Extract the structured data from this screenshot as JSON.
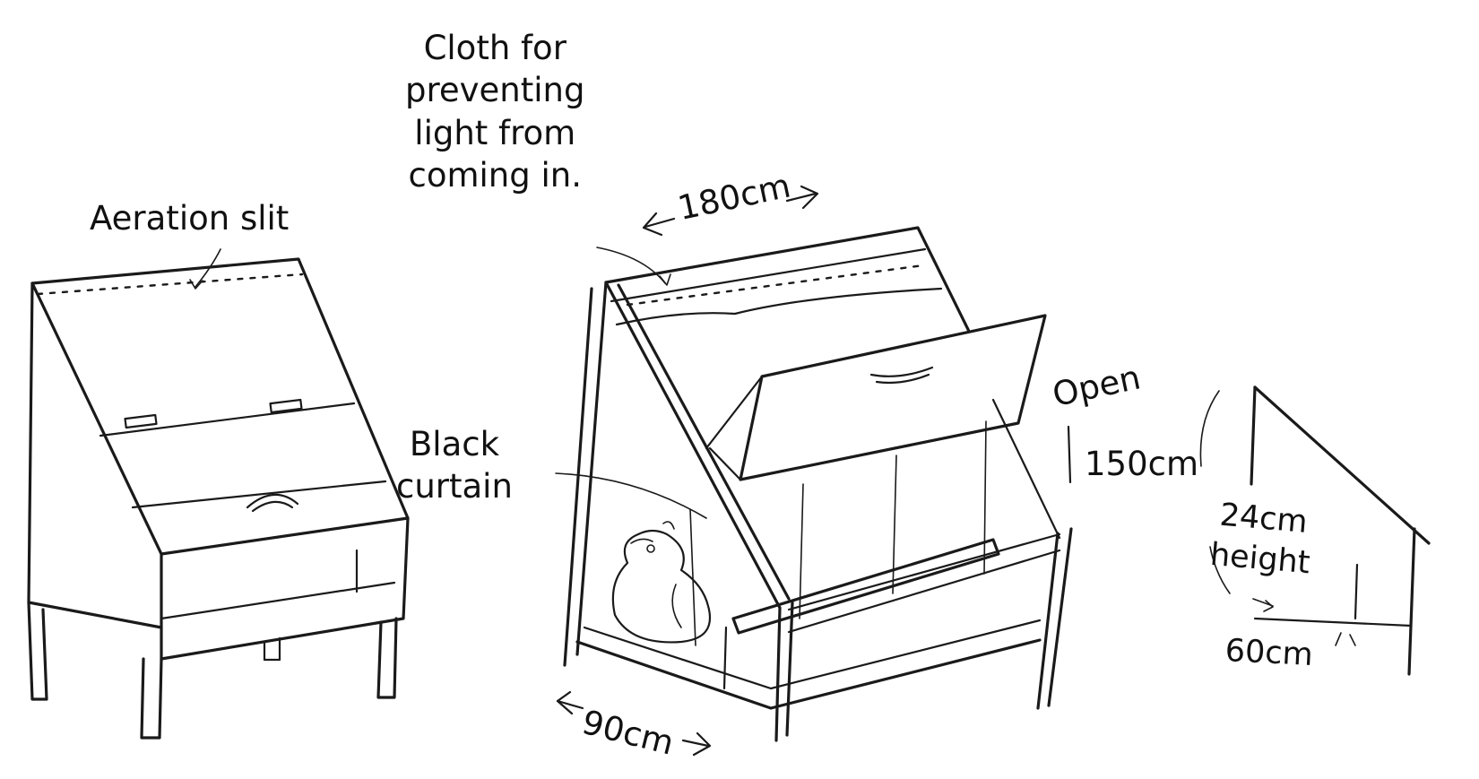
{
  "labels": {
    "aeration_slit": "Aeration slit",
    "cloth_line1": "Cloth for",
    "cloth_line2": "preventing",
    "cloth_line3": "light from",
    "cloth_line4": "coming in.",
    "width_180": "180cm",
    "black_curtain_line1": "Black",
    "black_curtain_line2": "curtain",
    "open": "Open",
    "height_150": "150cm",
    "depth_90": "90cm",
    "height_24_line1": "24cm",
    "height_24_line2": "height",
    "width_60": "60cm"
  },
  "colors": {
    "ink": "#1a1a1a",
    "background": "#ffffff"
  }
}
